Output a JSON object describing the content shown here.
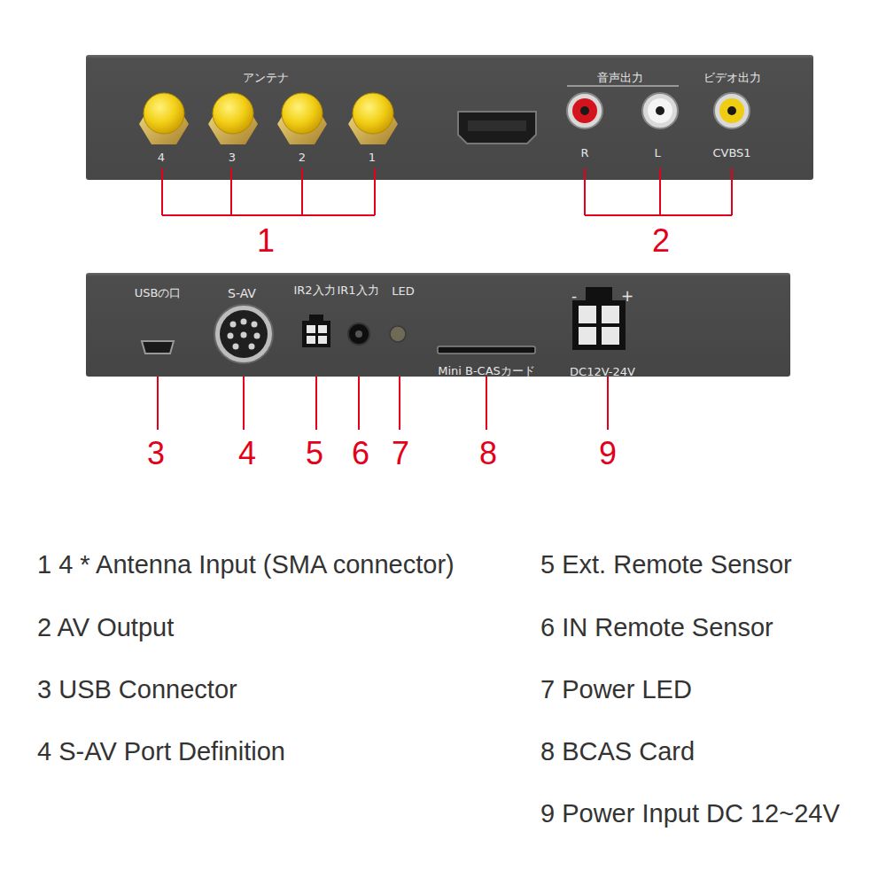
{
  "diagram": {
    "nodes": [
      {
        "text": [
          "アンテナ",
          "4",
          "3",
          "2",
          "1",
          "音声出力",
          "ビデオ出力",
          "R",
          "L",
          "CVBS1"
        ]
      },
      {
        "text": [
          "USBの口",
          "S-AV",
          "IR2入力",
          "IR1入力",
          "LED",
          "Mini B-CASカード",
          "-",
          "+",
          "DC12V-24V"
        ]
      }
    ],
    "labels": [
      "1",
      "2",
      "3",
      "4",
      "5",
      "6",
      "7",
      "8",
      "9",
      "1 4 * Antenna Input (SMA connector)",
      "2 AV Output",
      "3 USB Connector",
      "4 S-AV Port Definition",
      "5 Ext. Remote Sensor",
      "6 IN Remote Sensor",
      "7 Power LED",
      "8 BCAS Card",
      "9 Power Input DC 12~24V"
    ]
  }
}
